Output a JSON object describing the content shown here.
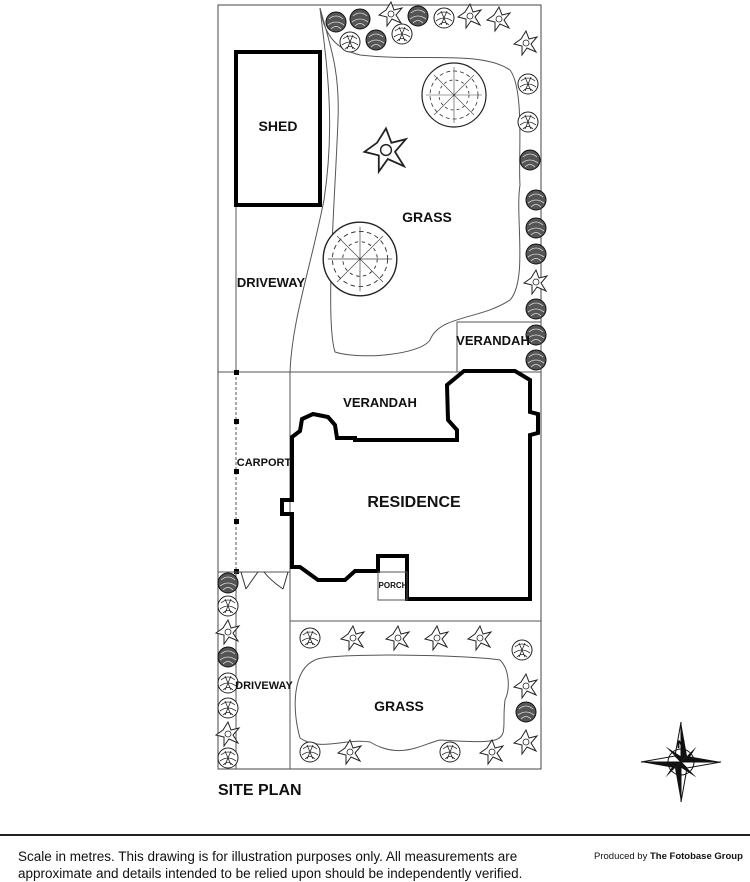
{
  "labels": {
    "shed": "SHED",
    "grass_top": "GRASS",
    "driveway_top": "DRIVEWAY",
    "verandah_small": "VERANDAH",
    "verandah_main": "VERANDAH",
    "carport": "CARPORT",
    "residence": "RESIDENCE",
    "porch": "PORCH",
    "driveway_bottom": "DRIVEWAY",
    "grass_bottom": "GRASS",
    "site_plan": "SITE PLAN",
    "north": "N"
  },
  "footer": {
    "disclaimer": "Scale in metres. This drawing is for illustration purposes only. All measurements are approximate and details intended to be relied upon should be independently verified.",
    "produced_by": "Produced by",
    "company": "The Fotobase Group"
  },
  "icons": {
    "tree": "shrub-icon",
    "compass": "compass-rose-icon"
  }
}
